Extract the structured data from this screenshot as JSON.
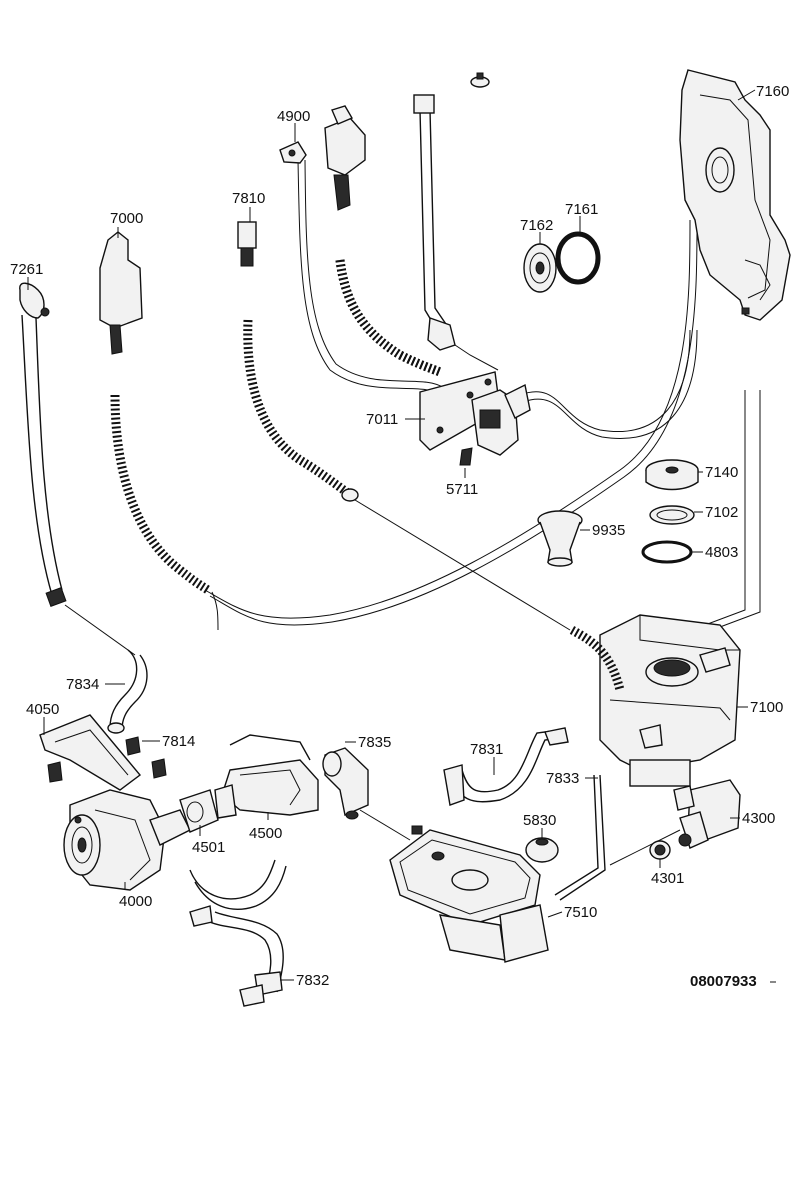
{
  "drawing_code": "08007933",
  "parts": [
    {
      "id": "p7160",
      "label": "7160"
    },
    {
      "id": "p4900",
      "label": "4900"
    },
    {
      "id": "p7810",
      "label": "7810"
    },
    {
      "id": "p7000",
      "label": "7000"
    },
    {
      "id": "p7261",
      "label": "7261"
    },
    {
      "id": "p7162",
      "label": "7162"
    },
    {
      "id": "p7161",
      "label": "7161"
    },
    {
      "id": "p7011",
      "label": "7011"
    },
    {
      "id": "p5711",
      "label": "5711"
    },
    {
      "id": "p7140",
      "label": "7140"
    },
    {
      "id": "p7102",
      "label": "7102"
    },
    {
      "id": "p9935",
      "label": "9935"
    },
    {
      "id": "p4803",
      "label": "4803"
    },
    {
      "id": "p7100",
      "label": "7100"
    },
    {
      "id": "p7834",
      "label": "7834"
    },
    {
      "id": "p4050",
      "label": "4050"
    },
    {
      "id": "p7814",
      "label": "7814"
    },
    {
      "id": "p7835",
      "label": "7835"
    },
    {
      "id": "p7831",
      "label": "7831"
    },
    {
      "id": "p7833",
      "label": "7833"
    },
    {
      "id": "p4300",
      "label": "4300"
    },
    {
      "id": "p5830",
      "label": "5830"
    },
    {
      "id": "p4301",
      "label": "4301"
    },
    {
      "id": "p4500",
      "label": "4500"
    },
    {
      "id": "p4501",
      "label": "4501"
    },
    {
      "id": "p4000",
      "label": "4000"
    },
    {
      "id": "p7510",
      "label": "7510"
    },
    {
      "id": "p7832",
      "label": "7832"
    }
  ]
}
